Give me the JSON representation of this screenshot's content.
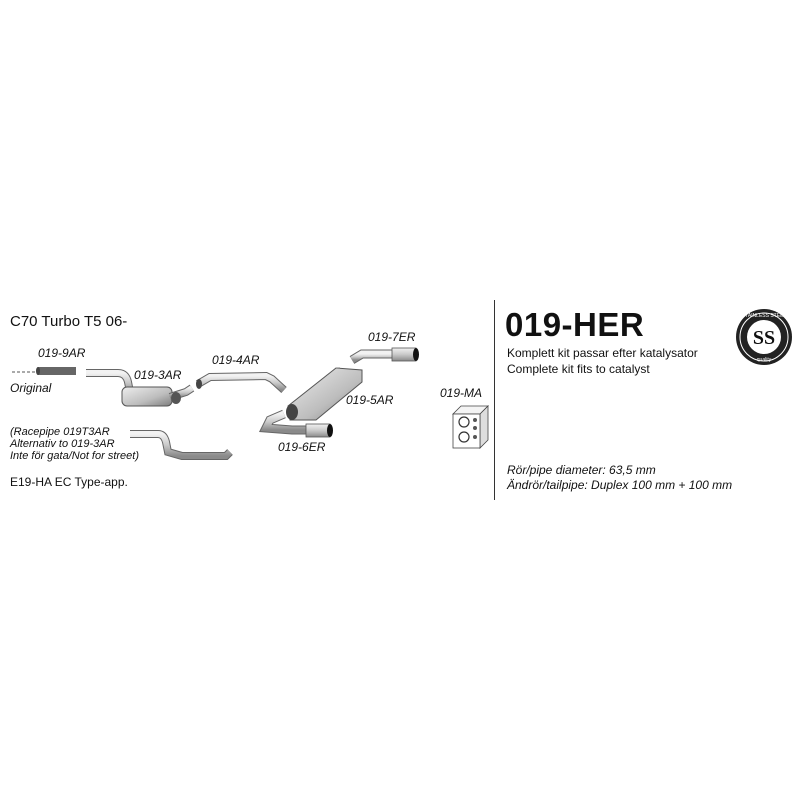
{
  "model": "C70 Turbo T5   06-",
  "kit": {
    "code": "019-HER",
    "desc_sv": "Komplett kit passar efter katalysator",
    "desc_en": "Complete kit fits to catalyst",
    "pipe_diameter": "Rör/pipe diameter: 63,5 mm",
    "tailpipe": "Ändrör/tailpipe: Duplex 100 mm + 100 mm"
  },
  "parts": {
    "p9ar": "019-9AR",
    "original": "Original",
    "p3ar": "019-3AR",
    "p4ar": "019-4AR",
    "p7er": "019-7ER",
    "p5ar": "019-5AR",
    "p6er": "019-6ER",
    "pma": "019-MA"
  },
  "racepipe": {
    "line1": "(Racepipe 019T3AR",
    "line2": "Alternativ to 019-3AR",
    "line3": "Inte för gata/Not for street)"
  },
  "approval": "E19-HA  EC Type-app.",
  "logo": {
    "initials": "SS",
    "ring_top": "STAINLESS STEEL",
    "ring_bottom": "quality",
    "icon": "stainless-steel-quality-seal"
  }
}
